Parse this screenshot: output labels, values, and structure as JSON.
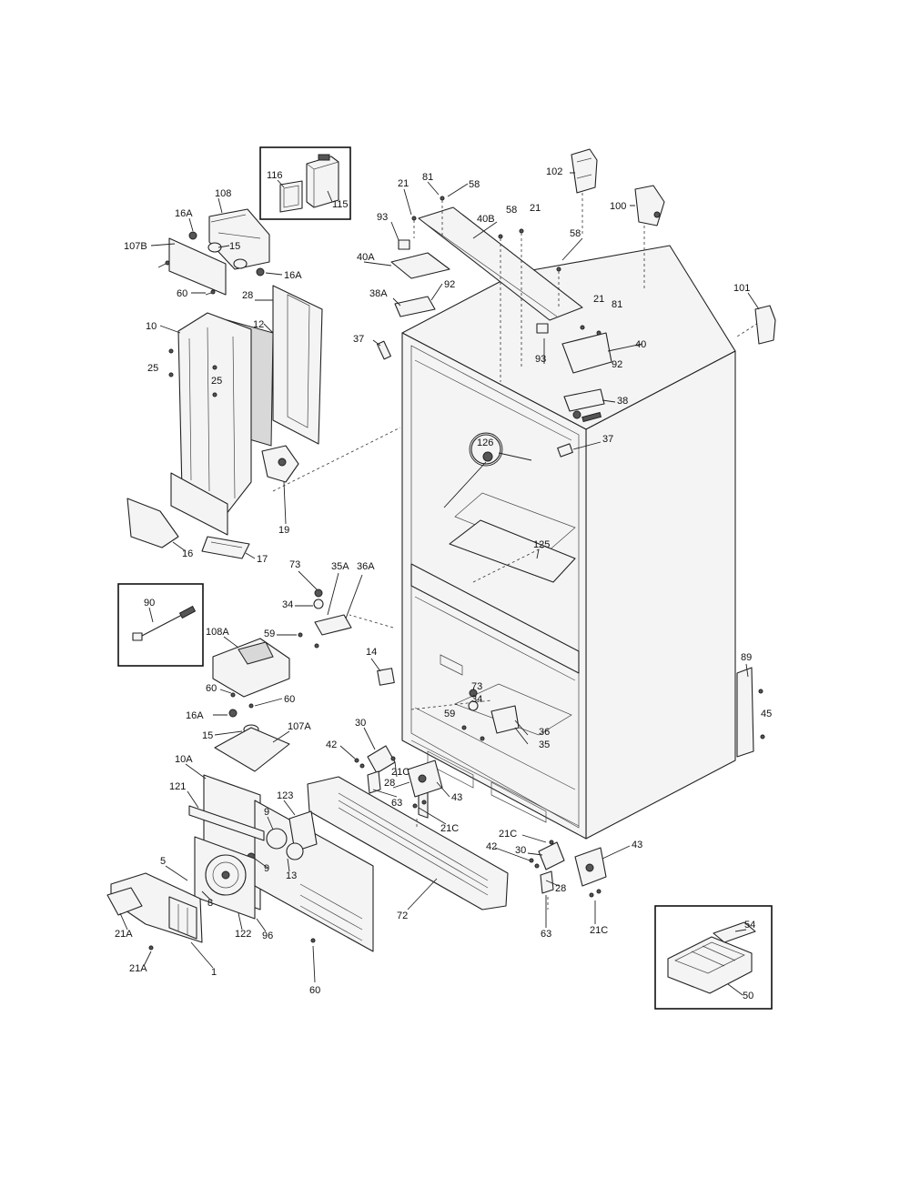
{
  "labels": {
    "l116": "116",
    "l115": "115",
    "l108": "108",
    "l16A_a": "16A",
    "l107B": "107B",
    "l15_a": "15",
    "l16A_b": "16A",
    "l60_a": "60",
    "l28_a": "28",
    "l10": "10",
    "l12": "12",
    "l25_a": "25",
    "l25_b": "25",
    "l19": "19",
    "l16": "16",
    "l17": "17",
    "l21_a": "21",
    "l81_a": "81",
    "l58_a": "58",
    "l93_a": "93",
    "l40B": "40B",
    "l58_b": "58",
    "l21_b": "21",
    "l40A": "40A",
    "l58_c": "58",
    "l92_a": "92",
    "l38A": "38A",
    "l37_a": "37",
    "l93_b": "93",
    "l21_c": "21",
    "l81_b": "81",
    "l40": "40",
    "l92_b": "92",
    "l38": "38",
    "l37_b": "37",
    "l126": "126",
    "l125": "125",
    "l102": "102",
    "l100": "100",
    "l101": "101",
    "l73_a": "73",
    "l35A": "35A",
    "l36A": "36A",
    "l34_a": "34",
    "l59_a": "59",
    "l90": "90",
    "l108A": "108A",
    "l14": "14",
    "l60_b": "60",
    "l60_c": "60",
    "l16A_c": "16A",
    "l15_b": "15",
    "l107A": "107A",
    "l73_b": "73",
    "l34_b": "34",
    "l59_b": "59",
    "l36": "36",
    "l35": "35",
    "l89": "89",
    "l45": "45",
    "l30_a": "30",
    "l42_a": "42",
    "l21C_a": "21C",
    "l28_b": "28",
    "l63_a": "63",
    "l43_a": "43",
    "l21C_b": "21C",
    "l10A": "10A",
    "l121": "121",
    "l123": "123",
    "l9_a": "9",
    "l9_b": "9",
    "l13": "13",
    "l5": "5",
    "l8": "8",
    "l21A_a": "21A",
    "l21A_b": "21A",
    "l122": "122",
    "l96": "96",
    "l1": "1",
    "l60_d": "60",
    "l72": "72",
    "l21C_c": "21C",
    "l30_b": "30",
    "l42_b": "42",
    "l43_b": "43",
    "l28_c": "28",
    "l63_b": "63",
    "l21C_d": "21C",
    "l54": "54",
    "l50": "50"
  }
}
